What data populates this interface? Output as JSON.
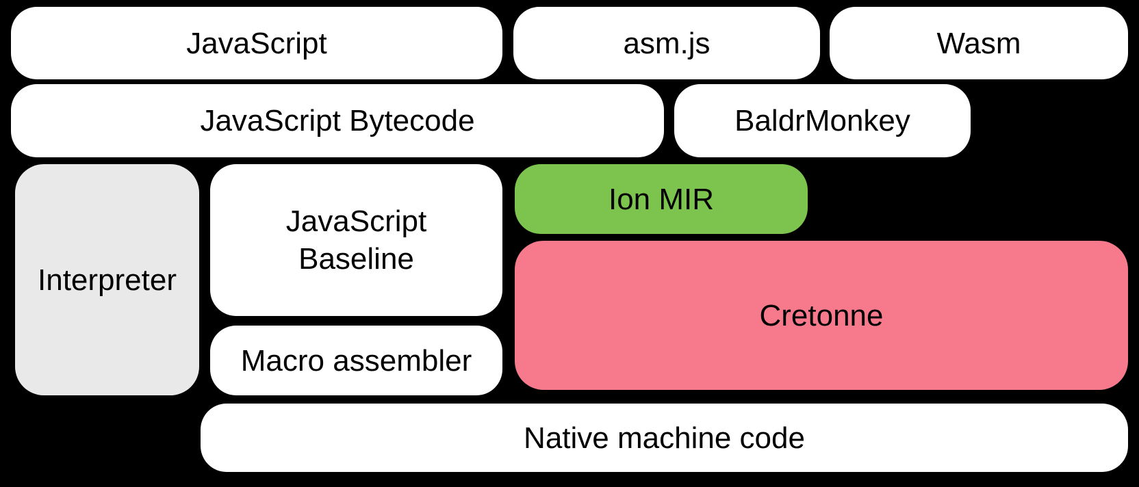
{
  "diagram": {
    "description": "Compiler pipeline diagram",
    "background_color": "#000000",
    "text_color": "#000000",
    "colors": {
      "box_white": "#ffffff",
      "interpreter_gray": "#e9e9e9",
      "ion_green": "#7cc44e",
      "cretonne_pink": "#f67a8b"
    },
    "boxes": [
      {
        "id": "javascript",
        "label": "JavaScript",
        "color": "#ffffff"
      },
      {
        "id": "asmjs",
        "label": "asm.js",
        "color": "#ffffff"
      },
      {
        "id": "wasm",
        "label": "Wasm",
        "color": "#ffffff"
      },
      {
        "id": "javascript-bytecode",
        "label": "JavaScript Bytecode",
        "color": "#ffffff"
      },
      {
        "id": "baldrmonkey",
        "label": "BaldrMonkey",
        "color": "#ffffff"
      },
      {
        "id": "interpreter",
        "label": "Interpreter",
        "color": "#e9e9e9"
      },
      {
        "id": "javascript-baseline",
        "label": "JavaScript Baseline",
        "color": "#ffffff"
      },
      {
        "id": "ion-mir",
        "label": "Ion MIR",
        "color": "#7cc44e"
      },
      {
        "id": "cretonne",
        "label": "Cretonne",
        "color": "#f67a8b"
      },
      {
        "id": "macro-assembler",
        "label": "Macro assembler",
        "color": "#ffffff"
      },
      {
        "id": "native-machine-code",
        "label": "Native machine code",
        "color": "#ffffff"
      }
    ]
  }
}
